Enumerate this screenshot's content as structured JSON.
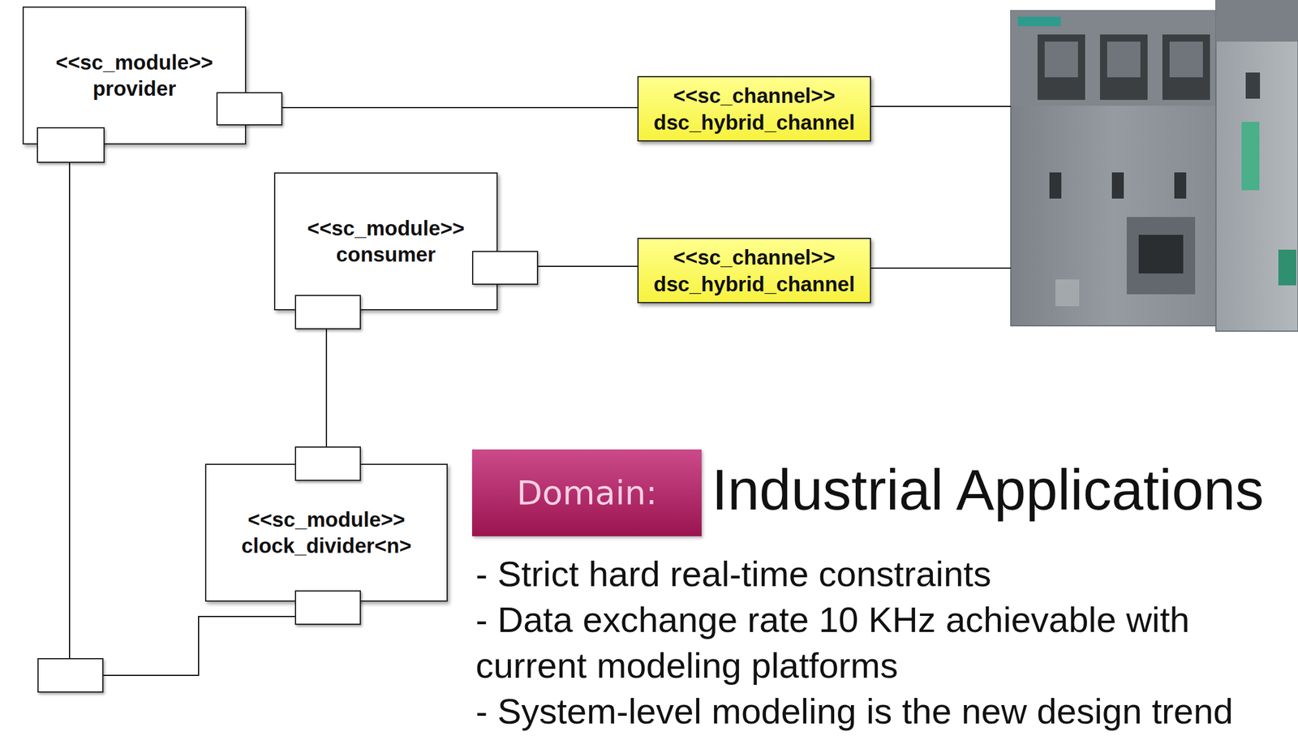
{
  "diagram": {
    "nodes": [
      {
        "text": [
          "<<sc_module>>",
          "provider"
        ]
      },
      {
        "text": [
          "<<sc_channel>>",
          "dsc_hybrid_channel"
        ]
      },
      {
        "text": [
          "<<sc_module>>",
          "consumer"
        ]
      },
      {
        "text": [
          "<<sc_channel>>",
          "dsc_hybrid_channel"
        ]
      },
      {
        "text": [
          "<<sc_module>>",
          "clock_divider<n>"
        ]
      },
      {
        "text": [
          "Domain:"
        ]
      }
    ],
    "edges": [
      {
        "from": 0,
        "to": 1,
        "arrow": "none"
      },
      {
        "from": 2,
        "to": 3,
        "arrow": "none"
      },
      {
        "from": 2,
        "to": 4,
        "arrow": "none"
      },
      {
        "from": 0,
        "to": 4,
        "arrow": "none"
      }
    ],
    "labels": [
      "Industrial Applications",
      "- Strict hard real-time constraints",
      "- Data exchange rate 10 KHz achievable with current modeling platforms",
      "- System-level modeling is the new design trend"
    ]
  }
}
